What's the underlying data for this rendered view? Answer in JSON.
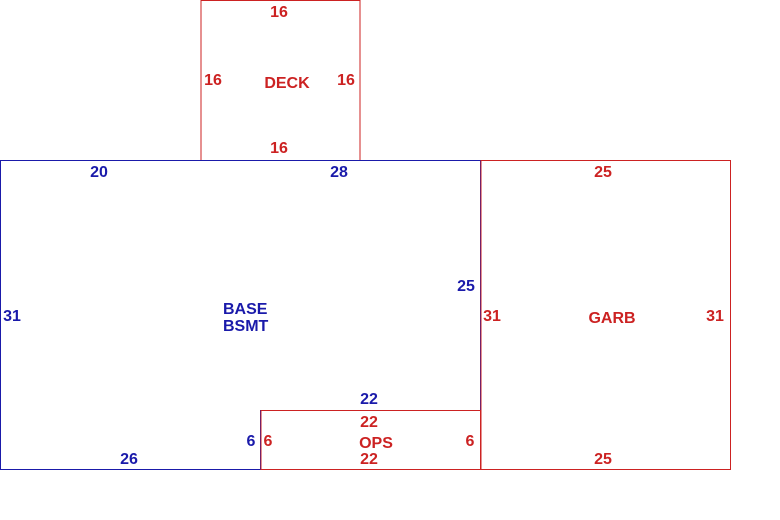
{
  "colors": {
    "red": "#cc2222",
    "blue": "#1a1aaa",
    "background": "#ffffff"
  },
  "deck": {
    "label": "DECK",
    "dim_top": "16",
    "dim_left": "16",
    "dim_right": "16",
    "dim_bottom": "16"
  },
  "base": {
    "label_1": "BASE",
    "label_2": "BSMT",
    "dim_top_left": "20",
    "dim_top_right": "28",
    "dim_left": "31",
    "dim_right": "25",
    "dim_inner_top": "22",
    "dim_inner_side": "6",
    "dim_bottom": "26"
  },
  "ops": {
    "label": "OPS",
    "dim_top": "22",
    "dim_left": "6",
    "dim_right": "6",
    "dim_bottom": "22"
  },
  "garb": {
    "label": "GARB",
    "dim_top": "25",
    "dim_left": "31",
    "dim_right": "31",
    "dim_bottom": "25"
  }
}
